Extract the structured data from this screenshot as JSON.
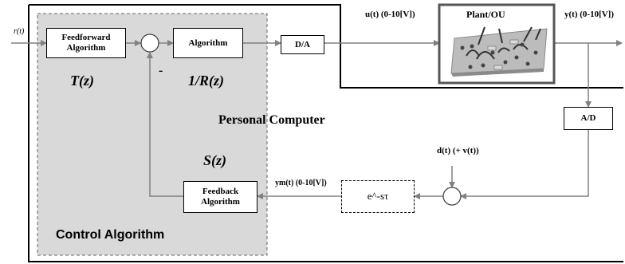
{
  "blocks": {
    "feedforward": "Feedforward Algorithm",
    "algorithm": "Algorithm",
    "da": "D/A",
    "plant": "Plant/OU",
    "ad": "A/D",
    "feedback": "Feedback Algorithm",
    "delay": "e^-sτ"
  },
  "labels": {
    "input": "r(t)",
    "u_signal": "u(t) (0-10[V])",
    "y_signal": "y(t) (0-10[V])",
    "disturbance": "d(t)  (+ v(t))",
    "ym_signal": "ym(t) (0-10[V])",
    "minus_sign": "-",
    "T": "T(z)",
    "R": "1/R(z)",
    "S": "S(z)",
    "personal_computer": "Personal Computer",
    "control_algorithm": "Control Algorithm"
  },
  "colors": {
    "control_region": "#d9d9d9",
    "line": "#000000",
    "arrow": "#808080",
    "plant_border": "#555555"
  }
}
